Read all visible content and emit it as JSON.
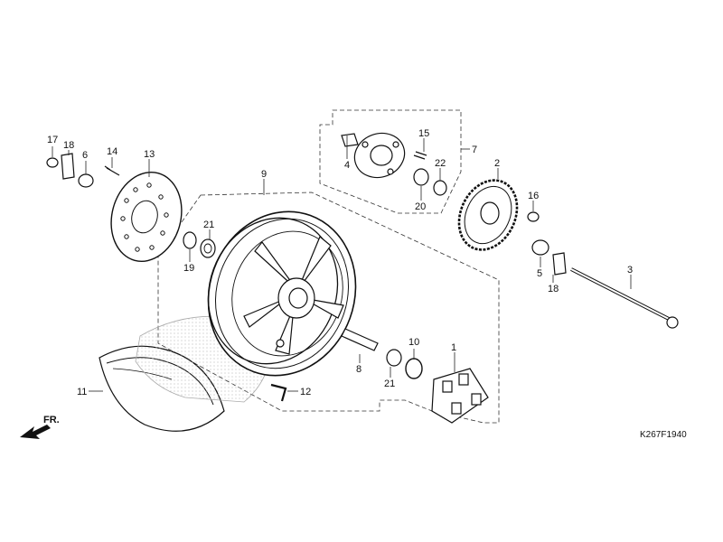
{
  "diagram": {
    "drawing_code": "K267F1940",
    "direction_label": "FR.",
    "callouts": {
      "c1": "1",
      "c2": "2",
      "c3": "3",
      "c4": "4",
      "c5": "5",
      "c6": "6",
      "c7": "7",
      "c8": "8",
      "c9": "9",
      "c10": "10",
      "c11": "11",
      "c12": "12",
      "c13": "13",
      "c14": "14",
      "c15": "15",
      "c16": "16",
      "c17": "17",
      "c18a": "18",
      "c18b": "18",
      "c19": "19",
      "c20": "20",
      "c21a": "21",
      "c21b": "21",
      "c22": "22"
    }
  }
}
